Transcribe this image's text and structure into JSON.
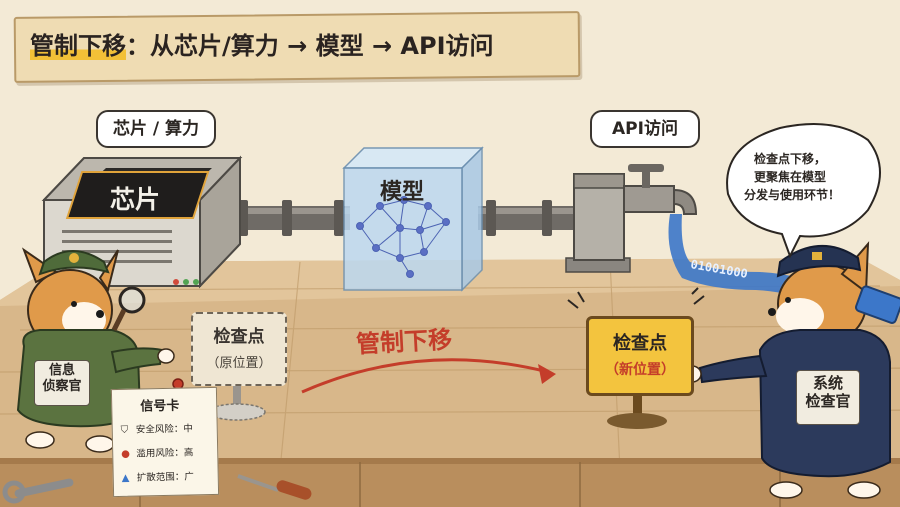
{
  "title": {
    "prefix": "管制下移",
    "suffix": "：从芯片/算力 → 模型 → API访问"
  },
  "stages": {
    "chip_bubble": "芯片 / 算力",
    "chip_label": "芯片",
    "model_label": "模型",
    "api_bubble": "API访问"
  },
  "speech_bubble": {
    "line1": "检查点下移，",
    "line2": "更聚焦在模型",
    "line3": "分发与使用环节！"
  },
  "checkpoint_old": {
    "title": "检查点",
    "subtitle": "（原位置）"
  },
  "checkpoint_new": {
    "title": "检查点",
    "subtitle": "（新位置）"
  },
  "arrow_label": "管制下移",
  "info_card": {
    "title": "信号卡",
    "rows": [
      {
        "icon": "shield-icon",
        "text": "安全风险：中"
      },
      {
        "icon": "warning-icon",
        "text": "滥用风险：高"
      },
      {
        "icon": "person-icon",
        "text": "扩散范围：广"
      }
    ]
  },
  "left_inspector_badge": {
    "line1": "信息",
    "line2": "侦察官"
  },
  "right_inspector_badge": {
    "line1": "系统",
    "line2": "检查官"
  },
  "binary_stream": "01001000",
  "colors": {
    "highlight": "#f2c037",
    "arrow": "#c43d2a",
    "checkpoint_new": "#f3c43e",
    "glass": "#bcd8f0"
  }
}
